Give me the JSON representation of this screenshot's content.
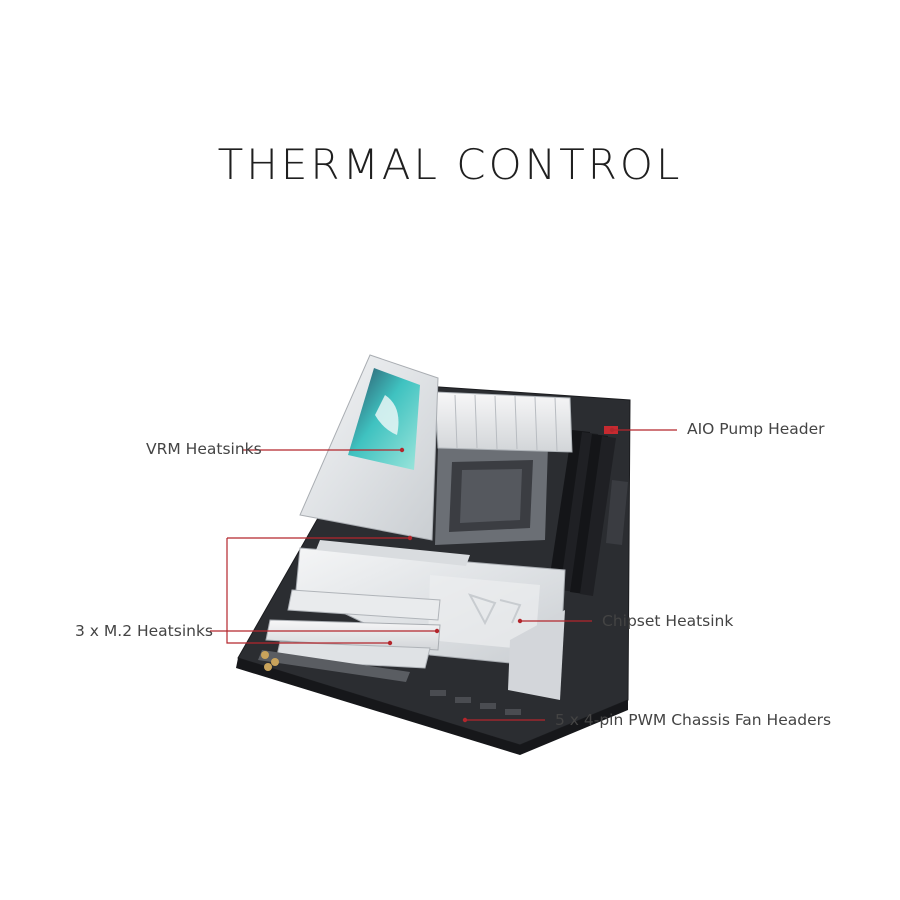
{
  "title": "THERMAL CONTROL",
  "callouts": {
    "vrm": "VRM Heatsinks",
    "aio": "AIO Pump Header",
    "m2": "3 x M.2 Heatsinks",
    "chipset": "Chipset Heatsink",
    "fan": "5 x 4-pin PWM Chassis Fan Headers"
  },
  "colors": {
    "leader_line": "#b3262c",
    "board_dark": "#2b2d31",
    "heatsink_silver": "#e6e8ea",
    "accent_cyan": "#36c9c6"
  }
}
